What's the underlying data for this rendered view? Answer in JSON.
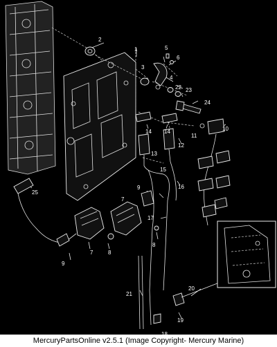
{
  "callouts": [
    "1",
    "2",
    "3",
    "4",
    "5",
    "6",
    "7",
    "7",
    "8",
    "8",
    "9",
    "9",
    "10",
    "11",
    "12",
    "13",
    "14",
    "14",
    "15",
    "16",
    "17",
    "18",
    "19",
    "20",
    "21",
    "22",
    "23",
    "24",
    "25"
  ],
  "footer": "MercuryPartsOnline v2.5.1 (Image Copyright- Mercury Marine)"
}
